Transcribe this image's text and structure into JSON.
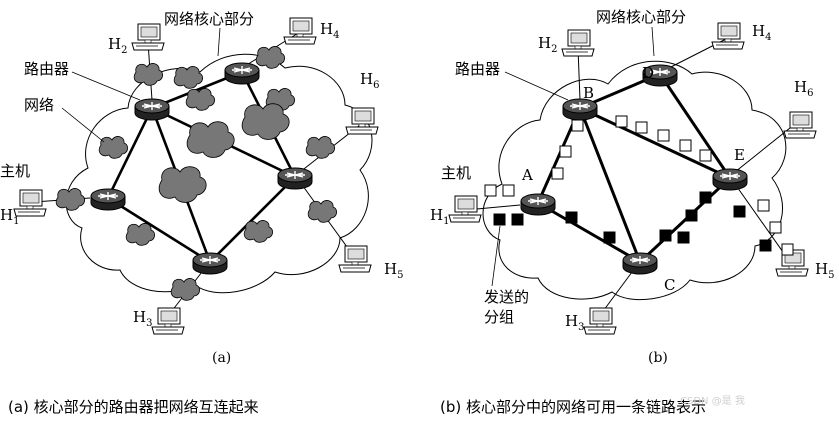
{
  "left": {
    "title": "网络核心部分",
    "router_label": "路由器",
    "network_label": "网络",
    "host_label": "主机",
    "subcaption": "(a)",
    "hosts": [
      {
        "base": "H",
        "sub": "1"
      },
      {
        "base": "H",
        "sub": "2"
      },
      {
        "base": "H",
        "sub": "3"
      },
      {
        "base": "H",
        "sub": "4"
      },
      {
        "base": "H",
        "sub": "5"
      },
      {
        "base": "H",
        "sub": "6"
      }
    ]
  },
  "right": {
    "title": "网络核心部分",
    "router_label": "路由器",
    "host_label": "主机",
    "packet_label_line1": "发送的",
    "packet_label_line2": "分组",
    "subcaption": "(b)",
    "nodes": [
      "A",
      "B",
      "C",
      "D",
      "E"
    ],
    "hosts": [
      {
        "base": "H",
        "sub": "1"
      },
      {
        "base": "H",
        "sub": "2"
      },
      {
        "base": "H",
        "sub": "3"
      },
      {
        "base": "H",
        "sub": "4"
      },
      {
        "base": "H",
        "sub": "5"
      },
      {
        "base": "H",
        "sub": "6"
      }
    ]
  },
  "captions": {
    "left": "(a)  核心部分的路由器把网络互连起来",
    "right": "(b)  核心部分中的网络可用一条链路表示"
  },
  "watermark": "CSDN @是 我"
}
